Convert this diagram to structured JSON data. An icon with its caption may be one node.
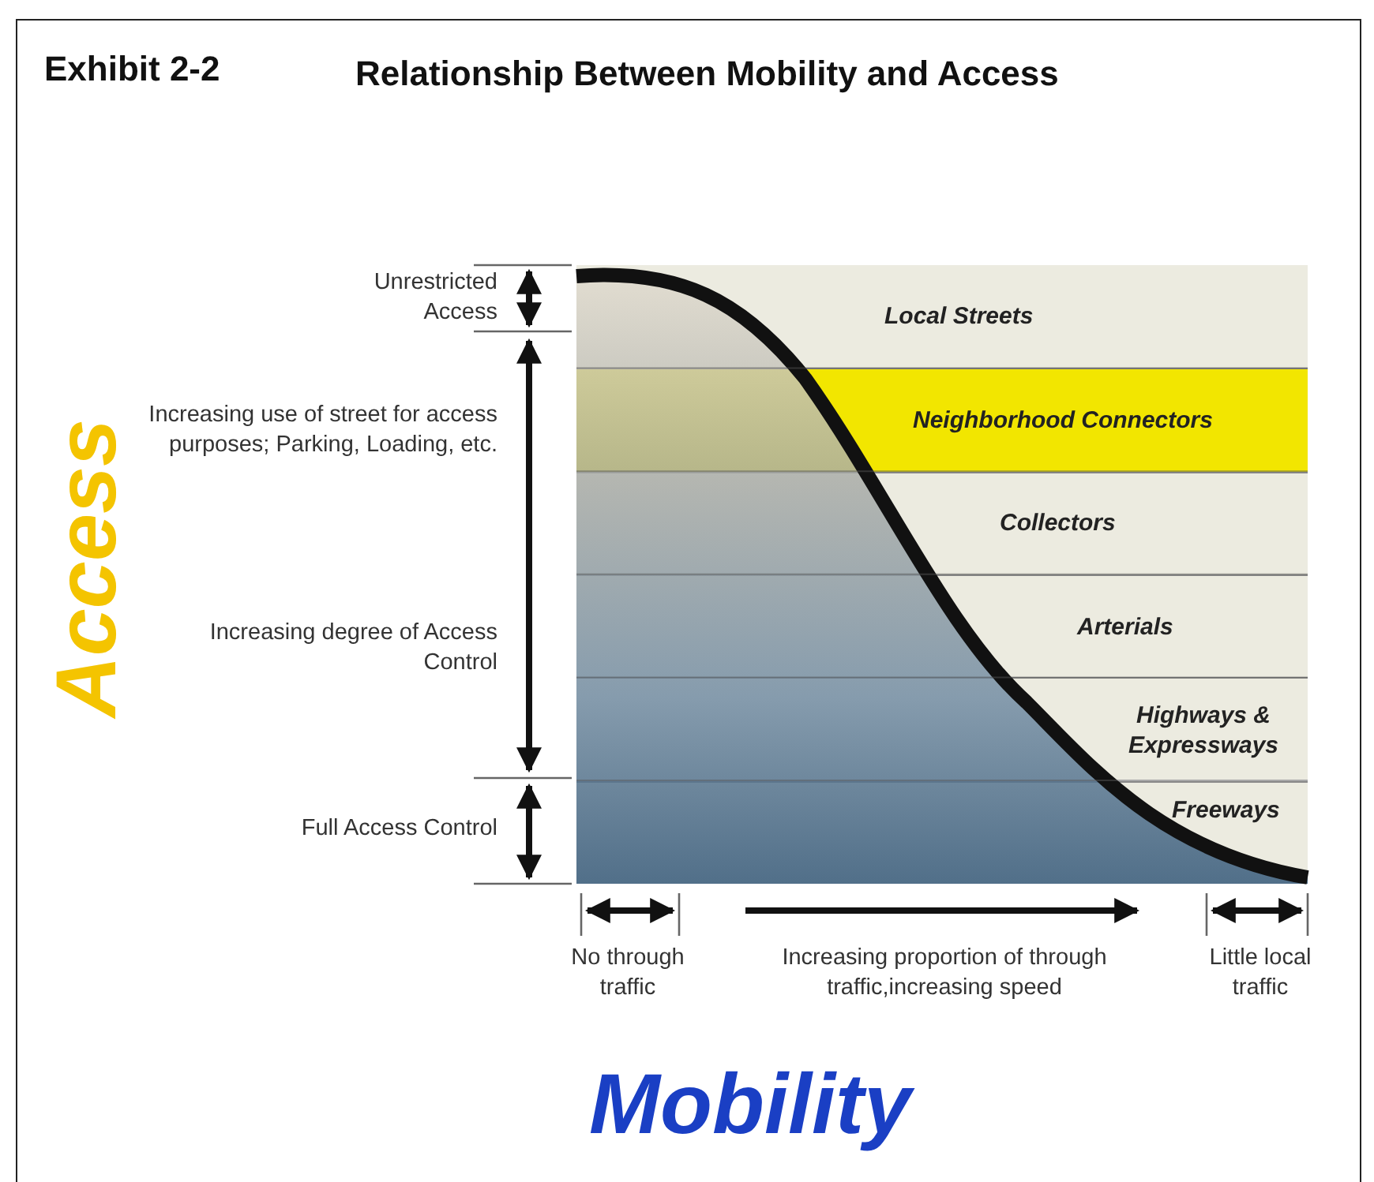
{
  "diagram": {
    "title": "Relationship Between Mobility and Access",
    "nodes": [
      {
        "text": [
          "Local Streets"
        ]
      },
      {
        "text": [
          "Neighborhood Connectors"
        ]
      },
      {
        "text": [
          "Collectors"
        ]
      },
      {
        "text": [
          "Arterials"
        ]
      },
      {
        "text": [
          "Highways & Expressways"
        ]
      },
      {
        "text": [
          "Freeways"
        ]
      }
    ],
    "edges": [],
    "labels": [
      "Exhibit 2-2",
      "Unrestricted Access",
      "Increasing use of street for access purposes; Parking, Loading, etc.",
      "Increasing degree of Access Control",
      "Full Access Control",
      "Access",
      "No through traffic",
      "Increasing proportion of through traffic,increasing speed",
      "Little local traffic",
      "Mobility"
    ]
  }
}
